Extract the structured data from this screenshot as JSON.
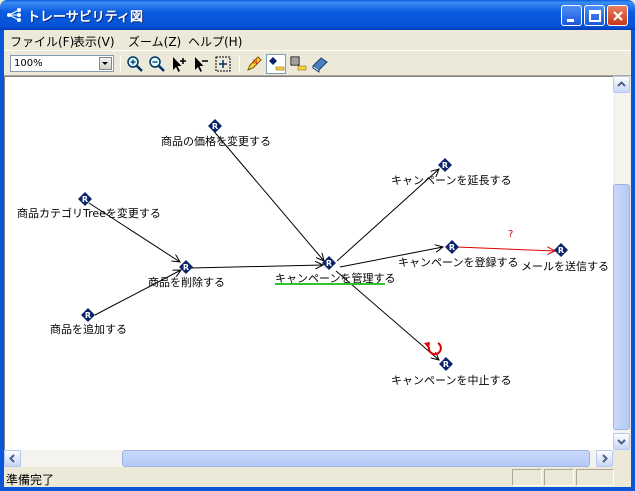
{
  "window": {
    "title": "トレーサビリティ図"
  },
  "menu": {
    "file": "ファイル(F)",
    "view": "表示(V)",
    "zoom": "ズーム(Z)",
    "help": "ヘルプ(H)"
  },
  "toolbar": {
    "zoom_value": "100%",
    "tools": [
      "zoom-in-icon",
      "zoom-out-icon",
      "select-plus-icon",
      "select-minus-icon",
      "fit-icon",
      "pencil-icon",
      "node-add-icon",
      "layout-icon",
      "book-icon"
    ]
  },
  "diagram": {
    "nodes": {
      "price": "商品の価格を変更する",
      "category": "商品カテゴリTreeを変更する",
      "delete": "商品を削除する",
      "add": "商品を追加する",
      "campaign_manage": "キャンペーンを管理する",
      "campaign_extend": "キャンペーンを延長する",
      "campaign_register": "キャンペーンを登録する",
      "mail_send": "メールを送信する",
      "campaign_stop": "キャンペーンを中止する"
    },
    "node_glyph": "R",
    "question_mark": "?",
    "colors": {
      "node": "#0a246a",
      "edge": "#000000",
      "highlight_edge": "#e00000",
      "underline": "#2ec52e"
    }
  },
  "status": {
    "text": "準備完了"
  }
}
